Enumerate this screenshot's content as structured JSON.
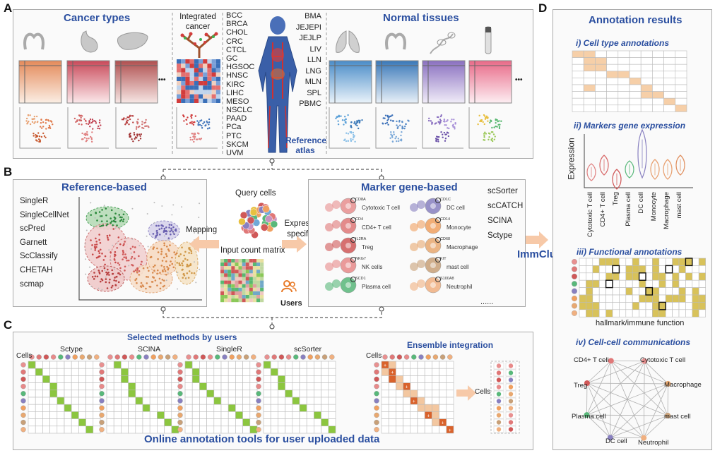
{
  "panel_letters": [
    "A",
    "B",
    "C",
    "D"
  ],
  "panel_a": {
    "cancer_title": "Cancer types",
    "integrated_title": "Integrated cancer",
    "cancer_codes": [
      "BCC",
      "BRCA",
      "CHOL",
      "CRC",
      "CTCL",
      "GC",
      "HGSOC",
      "HNSC",
      "KIRC",
      "LIHC",
      "MESO",
      "NSCLC",
      "PAAD",
      "PCa",
      "PTC",
      "SKCM",
      "UVM"
    ],
    "normal_codes": [
      "BMA",
      "JEJEPI",
      "JEJLP",
      "LIV",
      "LLN",
      "LNG",
      "MLN",
      "SPL",
      "PBMC"
    ],
    "reference_label": "Reference atlas",
    "normal_title": "Normal tissues",
    "ellipsis": "•••"
  },
  "panel_b": {
    "ref_title": "Reference-based",
    "ref_methods": [
      "SingleR",
      "SingleCellNet",
      "scPred",
      "Garnett",
      "ScClassify",
      "CHETAH",
      "scmap"
    ],
    "mapping_label": "Mapping",
    "query_label": "Query cells",
    "matrix_label": "Input count matrix",
    "users_label": "Users",
    "expr_label": "Expression specificity",
    "marker_title": "Marker gene-based",
    "marker_methods": [
      "scSorter",
      "scCATCH",
      "SCINA",
      "Sctype"
    ],
    "cells": [
      {
        "gene": "CD8A",
        "name": "Cytotoxic T cell",
        "color": "#e89090"
      },
      {
        "gene": "CD4",
        "name": "CD4+ T cell",
        "color": "#e07878"
      },
      {
        "gene": "IL2RA",
        "name": "Treg",
        "color": "#d05858"
      },
      {
        "gene": "NKG7",
        "name": "NK cells",
        "color": "#e88a8a"
      },
      {
        "gene": "SCD1",
        "name": "Plasma cell",
        "color": "#58b87a"
      },
      {
        "gene": "CD1C",
        "name": "DC cell",
        "color": "#8880c0"
      },
      {
        "gene": "CD14",
        "name": "Monocyte",
        "color": "#f0a060"
      },
      {
        "gene": "CD68",
        "name": "Macrophage",
        "color": "#e8a870"
      },
      {
        "gene": "KIT",
        "name": "mast cell",
        "color": "#c8a078"
      },
      {
        "gene": "S100A8",
        "name": "Neutrophil",
        "color": "#f0b080"
      }
    ],
    "more": "......"
  },
  "panel_c": {
    "selected_title": "Selected methods by users",
    "methods": [
      "Sctype",
      "SCINA",
      "SingleR",
      "scSorter"
    ],
    "cells_label": "Cells",
    "ensemble_title": "Ensemble integration",
    "bottom_title": "Online annotation tools for user uploaded data"
  },
  "immcluster": "ImmCluster",
  "panel_d": {
    "title": "Annotation results",
    "sec1": "i) Cell type annotations",
    "sec2": "ii) Markers gene expression",
    "sec2_ylabel": "Expression",
    "sec2_xlabels": [
      "Cytotoxic T cell",
      "CD4+ T cell",
      "Treg",
      "Plasma cell",
      "DC cell",
      "Monocyte",
      "Macrophage",
      "mast cell"
    ],
    "sec3": "iii) Functional annotations",
    "sec3_xlabel": "hallmark/immune function",
    "sec4": "iv) Cell-cell communications",
    "network_nodes": [
      {
        "name": "CD4+ T cell",
        "color": "#e07878"
      },
      {
        "name": "Cytotoxic T cell",
        "color": "#e89090"
      },
      {
        "name": "Macrophage",
        "color": "#e8a870"
      },
      {
        "name": "mast cell",
        "color": "#c8a078"
      },
      {
        "name": "Neutrophil",
        "color": "#f0b080"
      },
      {
        "name": "DC cell",
        "color": "#8880c0"
      },
      {
        "name": "Plasma cell",
        "color": "#58b87a"
      },
      {
        "name": "Treg",
        "color": "#d05858"
      }
    ]
  },
  "colors": {
    "accent_blue": "#2b4fa0",
    "arrow_orange": "#f7c9a8",
    "green_cell": "#8cc63f",
    "orange_cell": "#f3c7a0",
    "dark_orange": "#d9622b",
    "gold": "#d8c25a"
  }
}
